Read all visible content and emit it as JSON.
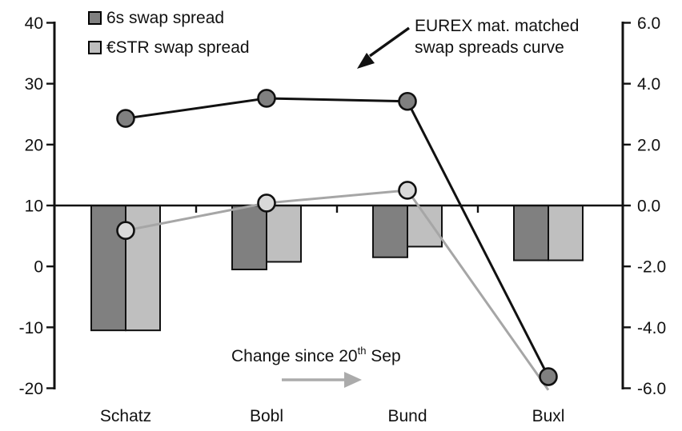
{
  "chart_data": {
    "type": "combo-bar-line",
    "title": "",
    "categories": [
      "Schatz",
      "Bobl",
      "Bund",
      "Buxl"
    ],
    "left_axis": {
      "ticks": [
        40,
        30,
        20,
        10,
        0,
        -10,
        -20
      ],
      "min": -20,
      "max": 40,
      "applies_to": "line series (swap spread levels, bp)"
    },
    "right_axis": {
      "ticks": [
        "6.0",
        "4.0",
        "2.0",
        "0.0",
        "-2.0",
        "-4.0",
        "-6.0"
      ],
      "min": -6,
      "max": 6,
      "applies_to": "bar series (change since 20th Sep)"
    },
    "baseline": {
      "left_value": 10,
      "right_value": 0
    },
    "grid": false,
    "line_series": [
      {
        "name": "6s swap spread",
        "axis": "left",
        "color": "#111111",
        "marker_fill": "#808080",
        "values": [
          24.3,
          27.6,
          27.1,
          -18.1
        ],
        "markers": [
          true,
          true,
          true,
          true
        ]
      },
      {
        "name": "€STR swap spread",
        "axis": "left",
        "color": "#a6a6a6",
        "marker_fill": "#d9d9d9",
        "values": [
          5.9,
          10.4,
          12.5,
          -20.3
        ],
        "markers": [
          true,
          true,
          true,
          false
        ]
      }
    ],
    "bar_series": [
      {
        "name": "6s swap spread",
        "axis": "right",
        "color": "#808080",
        "values": [
          -4.1,
          -2.1,
          -1.7,
          -1.8
        ]
      },
      {
        "name": "€STR swap spread",
        "axis": "right",
        "color": "#bfbfbf",
        "values": [
          -4.1,
          -1.85,
          -1.35,
          -1.8
        ]
      }
    ],
    "legend_position": "top-left",
    "annotations": [
      "EUREX mat. matched swap spreads curve (black arrow pointing to upper line)",
      "Change since 20th Sep (gray right arrow, refers to bars)"
    ]
  },
  "legend": {
    "items": [
      {
        "label": "6s swap spread",
        "color": "#808080"
      },
      {
        "label": "€STR swap spread",
        "color": "#bfbfbf"
      }
    ]
  },
  "annotations": {
    "curve": {
      "line1": "EUREX mat. matched",
      "line2": "swap spreads curve"
    },
    "change": {
      "prefix": "Change since 20",
      "sup": "th",
      "suffix": " Sep"
    }
  },
  "colors": {
    "dark_gray": "#808080",
    "light_gray": "#bfbfbf",
    "gray_line": "#a6a6a6",
    "gray_marker_fill": "#d9d9d9",
    "black": "#111111",
    "arrow_gray": "#ababab"
  }
}
